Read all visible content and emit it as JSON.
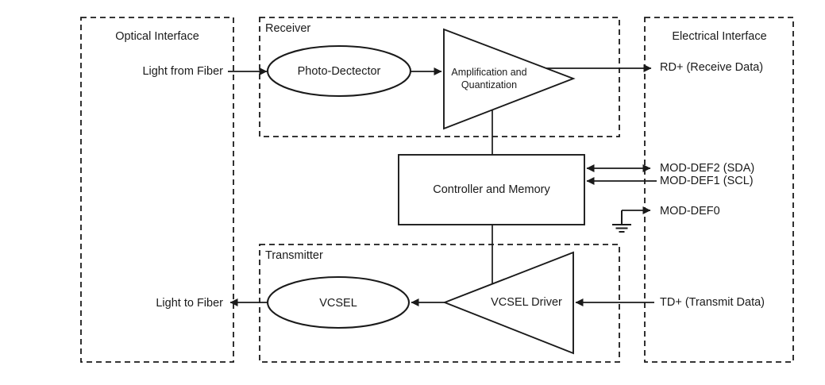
{
  "regions": {
    "optical_interface": {
      "label": "Optical Interface"
    },
    "receiver": {
      "label": "Receiver"
    },
    "transmitter": {
      "label": "Transmitter"
    },
    "electrical_interface": {
      "label": "Electrical Interface"
    }
  },
  "blocks": {
    "photo_detector": {
      "label": "Photo-Dectector"
    },
    "amplification": {
      "label_line1": "Amplification and",
      "label_line2": "Quantization"
    },
    "controller": {
      "label": "Controller and Memory"
    },
    "vcsel": {
      "label": "VCSEL"
    },
    "vcsel_driver": {
      "label": "VCSEL Driver"
    }
  },
  "signals": {
    "light_from_fiber": {
      "label": "Light from Fiber",
      "direction": "into-receiver"
    },
    "rd_plus": {
      "label": "RD+ (Receive Data)",
      "direction": "out-to-electrical"
    },
    "mod_def2": {
      "label": "MOD-DEF2 (SDA)",
      "direction": "bidirectional"
    },
    "mod_def1": {
      "label": "MOD-DEF1 (SCL)",
      "direction": "into-controller"
    },
    "mod_def0": {
      "label": "MOD-DEF0",
      "direction": "grounded-out"
    },
    "td_plus": {
      "label": "TD+ (Transmit Data)",
      "direction": "into-driver"
    },
    "light_to_fiber": {
      "label": "Light to Fiber",
      "direction": "out-of-transmitter"
    }
  },
  "colors": {
    "line": "#1a1a1a",
    "background": "#ffffff"
  }
}
